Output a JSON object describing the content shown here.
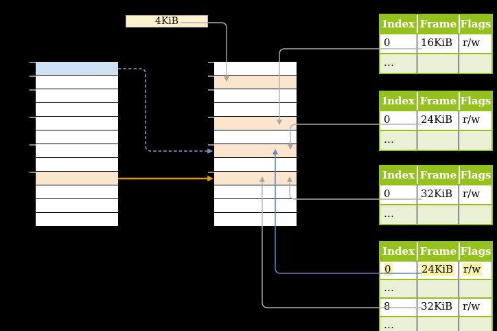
{
  "canvas": {
    "background": "#000000"
  },
  "label_box": {
    "text": "4KiB"
  },
  "memory_columns": {
    "virtual": {
      "rows": [
        "blue",
        "white",
        "white",
        "white",
        "white",
        "white",
        "white",
        "white",
        "orange",
        "white",
        "white",
        "white"
      ],
      "tick_offsets": [
        0,
        20,
        40,
        80,
        120,
        160
      ]
    },
    "physical": {
      "rows": [
        "white",
        "orange",
        "white",
        "white",
        "orange",
        "white",
        "orange",
        "white",
        "orange",
        "white",
        "white",
        "white"
      ],
      "tick_offsets": [
        0,
        20,
        40,
        80,
        120,
        160
      ]
    }
  },
  "page_tables": [
    {
      "headers": [
        "Index",
        "Frame",
        "Flags"
      ],
      "rows": [
        {
          "cells": [
            "0",
            "16KiB",
            "r/w"
          ],
          "variant": "plain"
        },
        {
          "cells": [
            "…",
            "",
            ""
          ],
          "variant": "shade"
        }
      ]
    },
    {
      "headers": [
        "Index",
        "Frame",
        "Flags"
      ],
      "rows": [
        {
          "cells": [
            "0",
            "24KiB",
            "r/w"
          ],
          "variant": "plain"
        },
        {
          "cells": [
            "…",
            "",
            ""
          ],
          "variant": "shade"
        }
      ]
    },
    {
      "headers": [
        "Index",
        "Frame",
        "Flags"
      ],
      "rows": [
        {
          "cells": [
            "0",
            "32KiB",
            "r/w"
          ],
          "variant": "plain"
        },
        {
          "cells": [
            "…",
            "",
            ""
          ],
          "variant": "shade"
        }
      ]
    },
    {
      "headers": [
        "Index",
        "Frame",
        "Flags"
      ],
      "rows": [
        {
          "cells": [
            "0",
            "24KiB",
            "r/w"
          ],
          "variant": "highlight"
        },
        {
          "cells": [
            "…",
            "",
            ""
          ],
          "variant": "shade"
        },
        {
          "cells": [
            "8",
            "32KiB",
            "r/w"
          ],
          "variant": "plain"
        },
        {
          "cells": [
            "…",
            "",
            ""
          ],
          "variant": "shade"
        }
      ]
    }
  ],
  "colors": {
    "table_header_green": "#95c11f",
    "table_row_light_green": "#e9f0d5",
    "highlight_yellow": "#fbf3a3",
    "virtual_page_blue": "#cfe2f3",
    "frame_orange": "#fce5cd",
    "label_box_cream": "#fff2cc",
    "arrow_gray": "#b0b0b0",
    "arrow_blue_solid": "#5b84c2",
    "arrow_blue_dashed": "#7f9fd6",
    "arrow_orange": "#d99c0b",
    "tick_gray": "#8c8c8c"
  }
}
